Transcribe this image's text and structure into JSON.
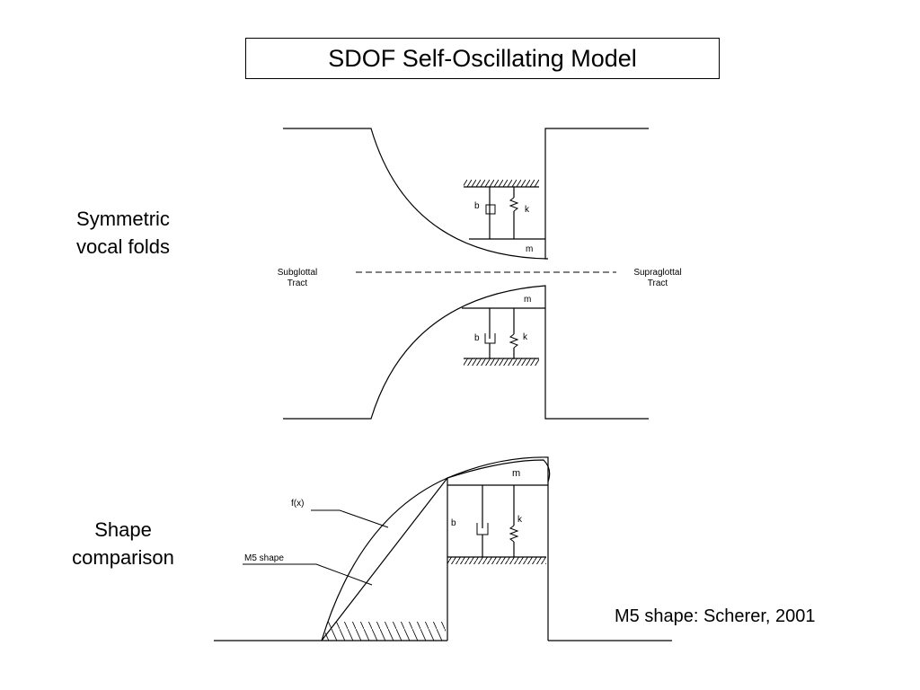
{
  "title": "SDOF Self-Oscillating Model",
  "labels": {
    "symmetric": [
      "Symmetric",
      "vocal folds"
    ],
    "shape": [
      "Shape",
      "comparison"
    ]
  },
  "top_diagram": {
    "subglottal": [
      "Subglottal",
      "Tract"
    ],
    "supraglottal": [
      "Supraglottal",
      "Tract"
    ],
    "upper": {
      "damper": "b",
      "spring": "k",
      "mass": "m"
    },
    "lower": {
      "damper": "b",
      "spring": "k",
      "mass": "m"
    }
  },
  "bottom_diagram": {
    "fx_label": "f(x)",
    "m5_label": "M5 shape",
    "damper": "b",
    "spring": "k",
    "mass": "m"
  },
  "citation": "M5 shape: Scherer, 2001"
}
